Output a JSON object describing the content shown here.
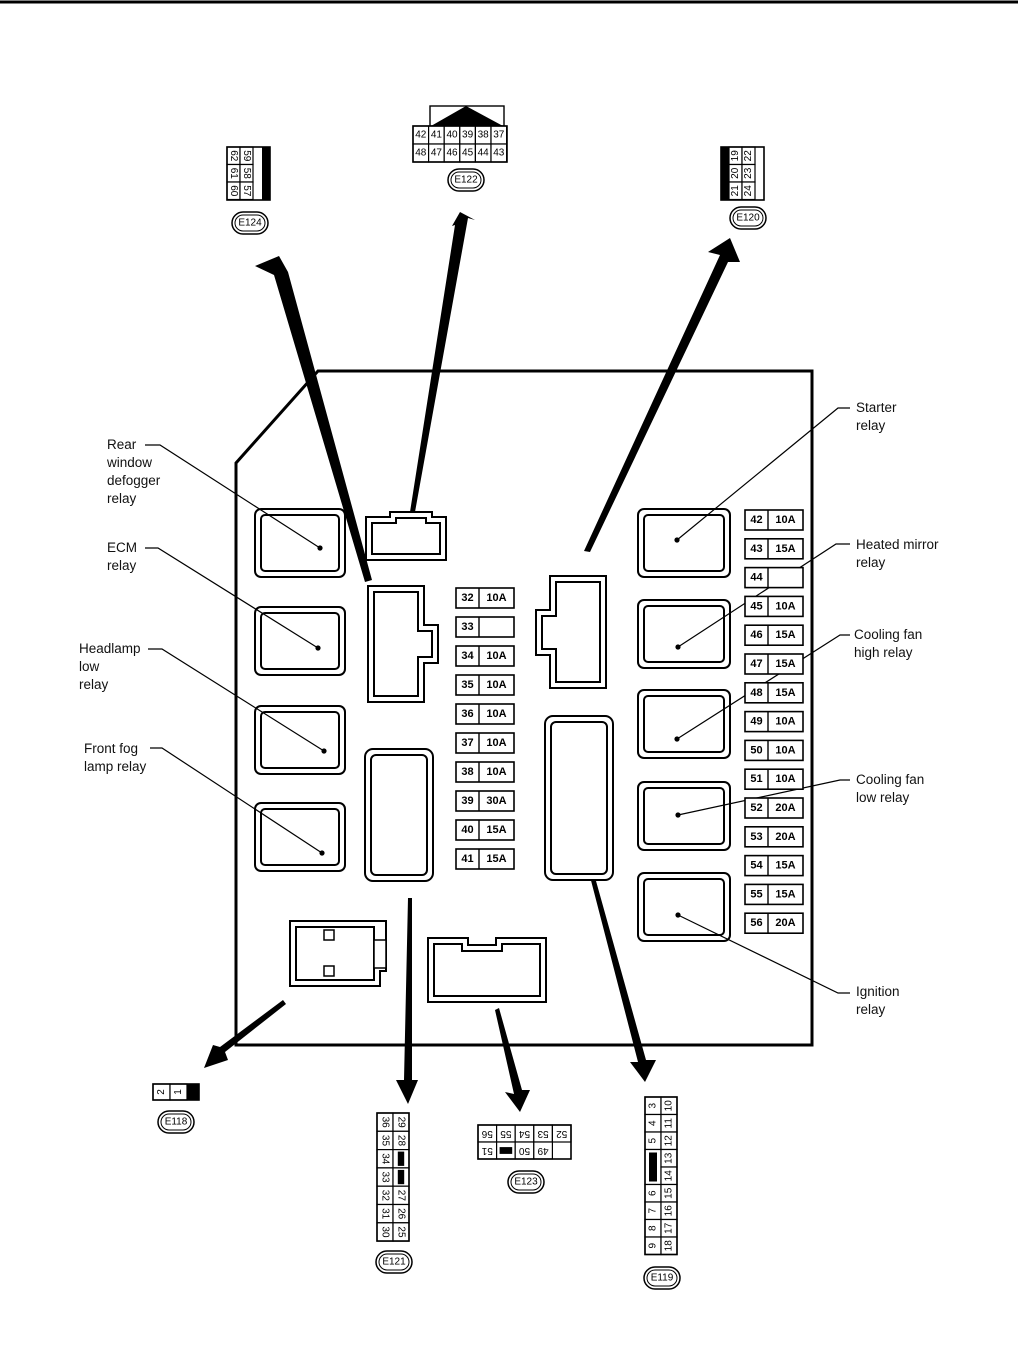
{
  "relay_labels": {
    "rear_window_defogger": "Rear\nwindow\ndefogger\nrelay",
    "ecm": "ECM\nrelay",
    "headlamp_low": "Headlamp\nlow\nrelay",
    "front_fog_lamp": "Front fog\nlamp relay",
    "starter": "Starter\nrelay",
    "heated_mirror": "Heated mirror\nrelay",
    "cooling_fan_high": "Cooling fan\nhigh relay",
    "cooling_fan_low": "Cooling fan\nlow relay",
    "ignition": "Ignition\nrelay"
  },
  "fuses_center": [
    {
      "no": "32",
      "amp": "10A"
    },
    {
      "no": "33",
      "amp": ""
    },
    {
      "no": "34",
      "amp": "10A"
    },
    {
      "no": "35",
      "amp": "10A"
    },
    {
      "no": "36",
      "amp": "10A"
    },
    {
      "no": "37",
      "amp": "10A"
    },
    {
      "no": "38",
      "amp": "10A"
    },
    {
      "no": "39",
      "amp": "30A"
    },
    {
      "no": "40",
      "amp": "15A"
    },
    {
      "no": "41",
      "amp": "15A"
    }
  ],
  "fuses_right": [
    {
      "no": "42",
      "amp": "10A"
    },
    {
      "no": "43",
      "amp": "15A"
    },
    {
      "no": "44",
      "amp": ""
    },
    {
      "no": "45",
      "amp": "10A"
    },
    {
      "no": "46",
      "amp": "15A"
    },
    {
      "no": "47",
      "amp": "15A"
    },
    {
      "no": "48",
      "amp": "15A"
    },
    {
      "no": "49",
      "amp": "10A"
    },
    {
      "no": "50",
      "amp": "10A"
    },
    {
      "no": "51",
      "amp": "10A"
    },
    {
      "no": "52",
      "amp": "20A"
    },
    {
      "no": "53",
      "amp": "20A"
    },
    {
      "no": "54",
      "amp": "15A"
    },
    {
      "no": "55",
      "amp": "15A"
    },
    {
      "no": "56",
      "amp": "20A"
    }
  ],
  "connectors": {
    "e122": {
      "id": "E122",
      "rows": [
        [
          "42",
          "41",
          "40",
          "39",
          "38",
          "37"
        ],
        [
          "48",
          "47",
          "46",
          "45",
          "44",
          "43"
        ]
      ]
    },
    "e124": {
      "id": "E124",
      "cols": [
        [
          "62",
          "61",
          "60"
        ],
        [
          "59",
          "58",
          "57"
        ]
      ]
    },
    "e120": {
      "id": "E120",
      "cols": [
        [
          "19",
          "20",
          "21"
        ],
        [
          "22",
          "23",
          "24"
        ]
      ]
    },
    "e118": {
      "id": "E118",
      "pins": [
        "2",
        "1"
      ]
    },
    "e121": {
      "id": "E121",
      "cols": [
        [
          "36",
          "35",
          "34",
          "33",
          "32",
          "31",
          "30"
        ],
        [
          "29",
          "28",
          "",
          "",
          "27",
          "26",
          "25"
        ]
      ]
    },
    "e123": {
      "id": "E123",
      "rows": [
        [
          "56",
          "55",
          "54",
          "53",
          "52"
        ],
        [
          "51",
          "",
          "50",
          "49"
        ]
      ]
    },
    "e119": {
      "id": "E119",
      "cols": [
        [
          "3",
          "4",
          "5",
          "",
          "6",
          "7",
          "8",
          "9"
        ],
        [
          "10",
          "11",
          "12",
          "13",
          "14",
          "15",
          "16",
          "17",
          "18"
        ]
      ]
    }
  }
}
